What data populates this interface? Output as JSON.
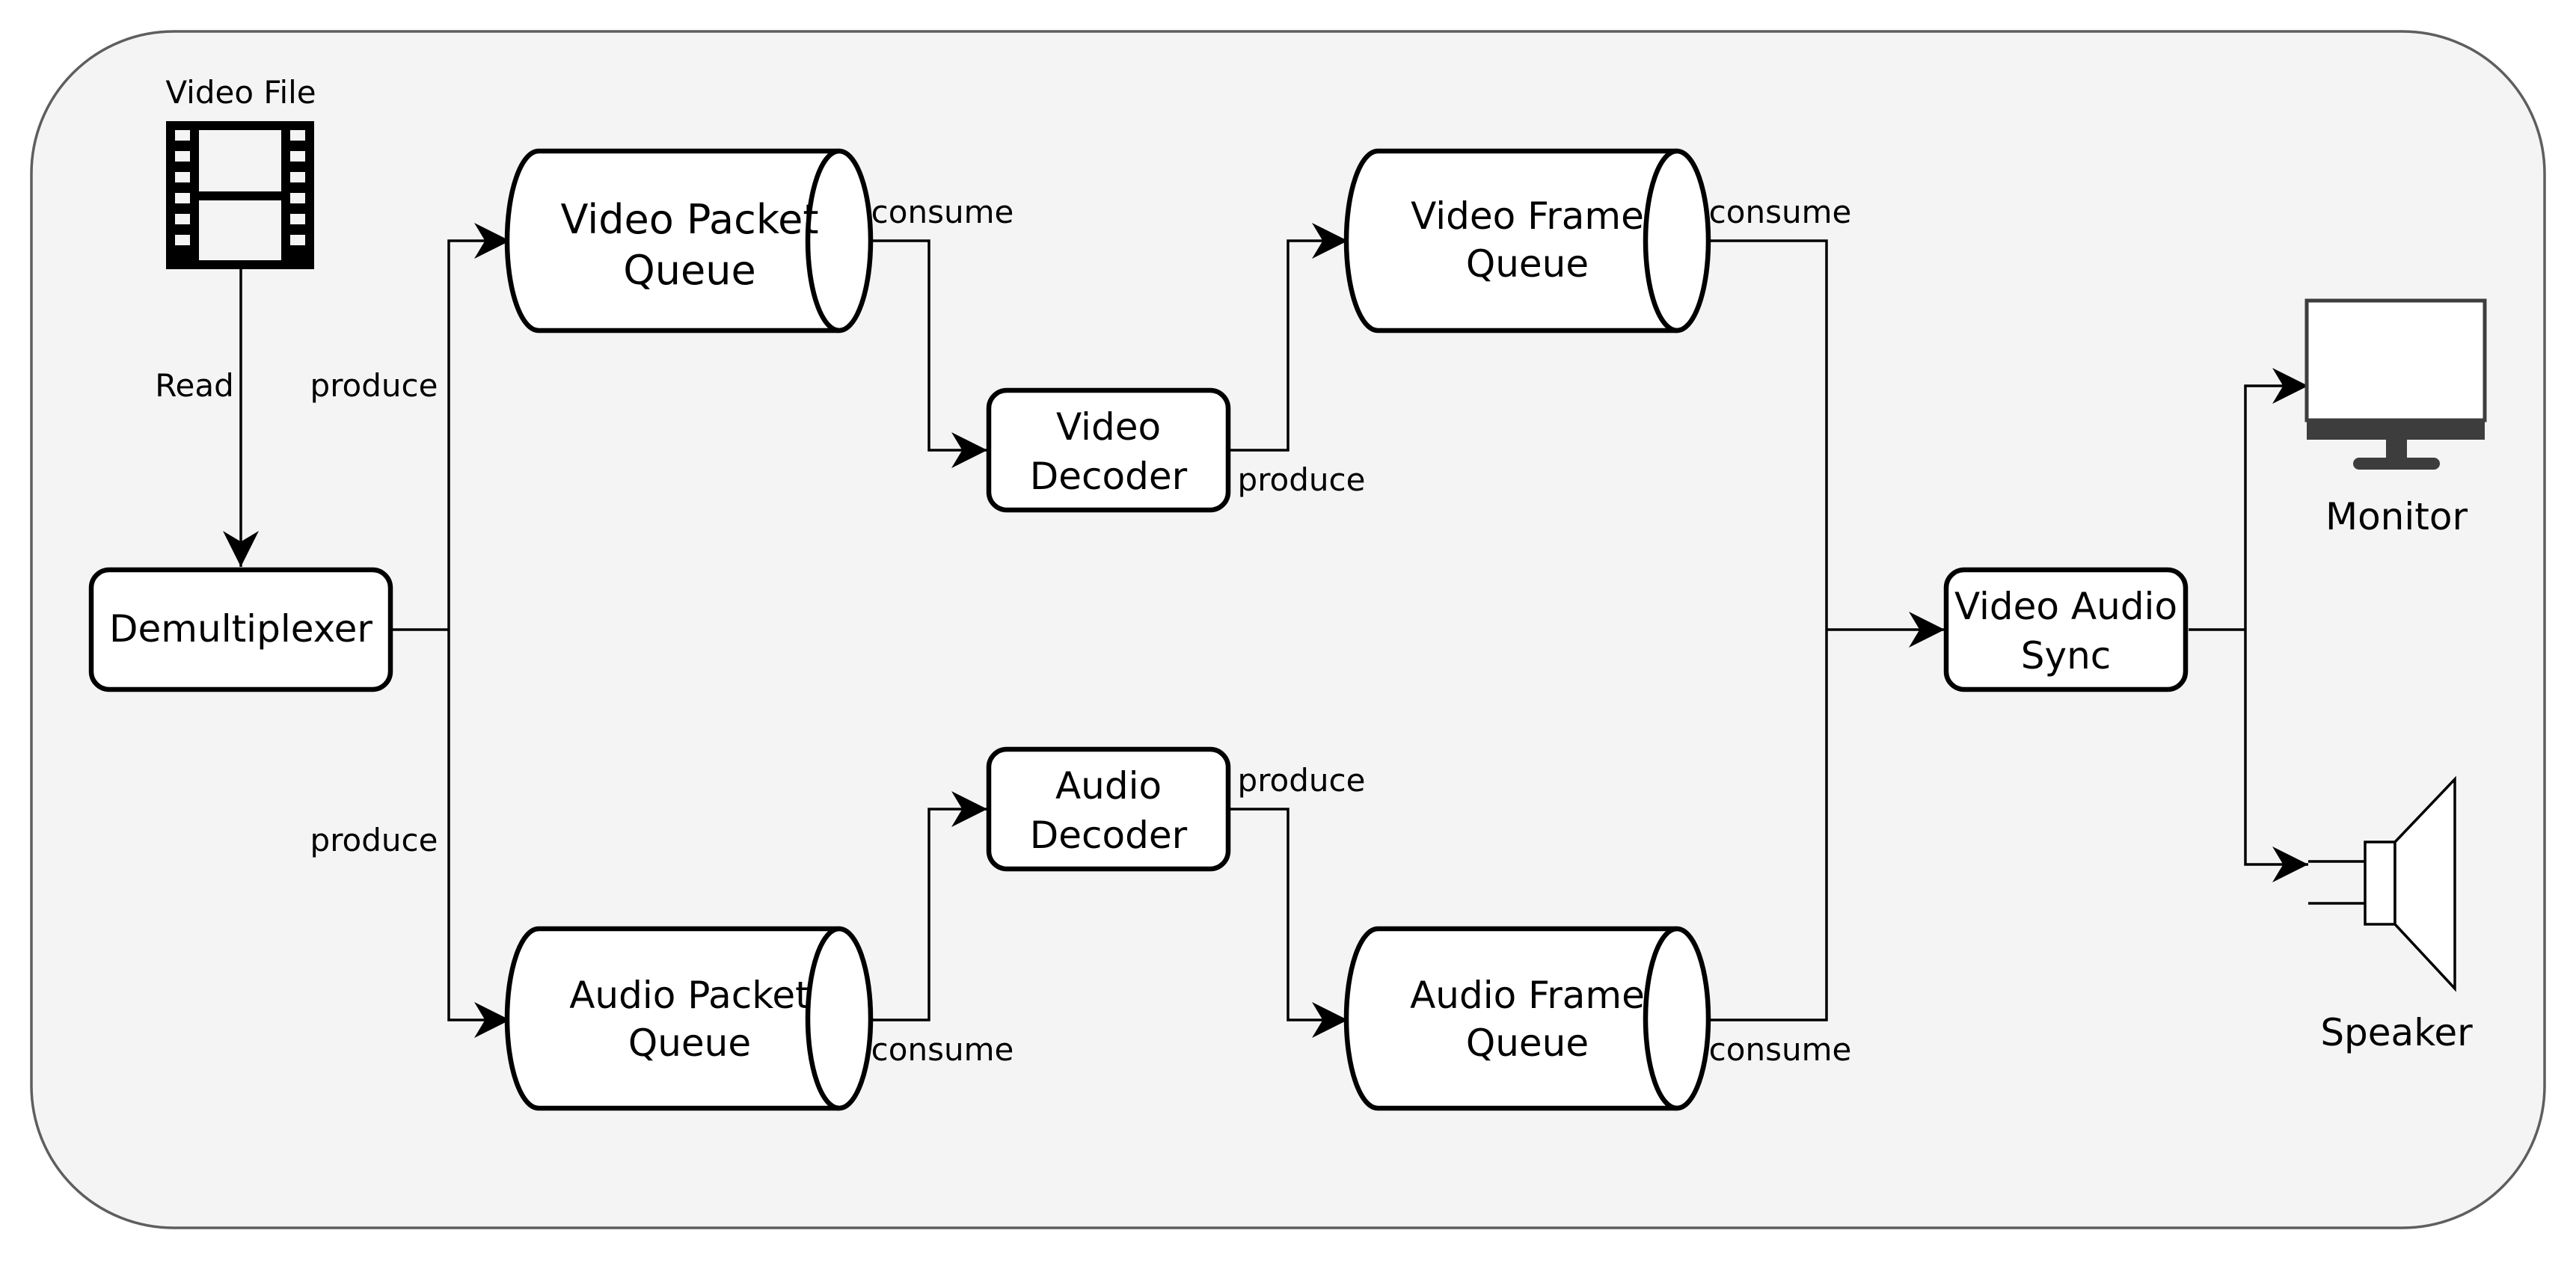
{
  "nodes": {
    "video_file": "Video File",
    "demux": "Demultiplexer",
    "video_packet_queue": [
      "Video Packet",
      "Queue"
    ],
    "audio_packet_queue": [
      "Audio Packet",
      "Queue"
    ],
    "video_decoder": [
      "Video",
      "Decoder"
    ],
    "audio_decoder": [
      "Audio",
      "Decoder"
    ],
    "video_frame_queue": [
      "Video Frame",
      "Queue"
    ],
    "audio_frame_queue": [
      "Audio Frame",
      "Queue"
    ],
    "sync": [
      "Video Audio",
      "Sync"
    ],
    "monitor": "Monitor",
    "speaker": "Speaker"
  },
  "edges": {
    "read": "Read",
    "produce_video_packet": "produce",
    "produce_audio_packet": "produce",
    "consume_video_packet": "consume",
    "consume_audio_packet": "consume",
    "produce_video_frame": "produce",
    "produce_audio_frame": "produce",
    "consume_video_frame": "consume",
    "consume_audio_frame": "consume"
  }
}
